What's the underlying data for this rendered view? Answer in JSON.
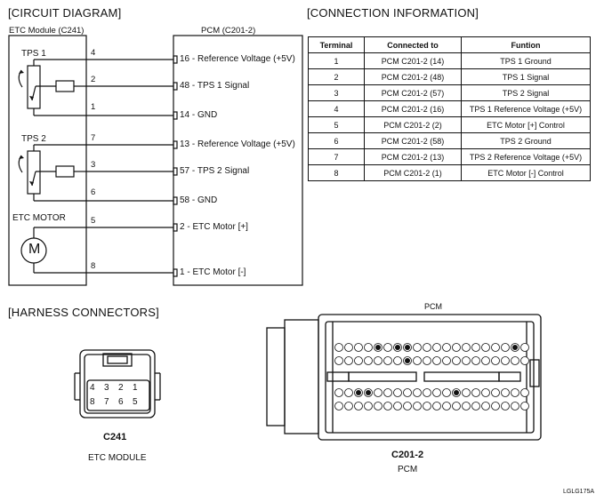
{
  "headers": {
    "circuit": "[CIRCUIT DIAGRAM]",
    "connection": "[CONNECTION INFORMATION]",
    "harness": "[HARNESS CONNECTORS]"
  },
  "circuit": {
    "etc_module": "ETC Module (C241)",
    "pcm": "PCM (C201-2)",
    "tps1": "TPS 1",
    "tps2": "TPS 2",
    "etc_motor": "ETC MOTOR",
    "motor_symbol": "M",
    "module_pins": [
      "4",
      "2",
      "1",
      "7",
      "3",
      "6",
      "5",
      "8"
    ],
    "pcm_signals": [
      "16 - Reference Voltage (+5V)",
      "48 - TPS 1 Signal",
      "14 - GND",
      "13 - Reference Voltage (+5V)",
      "57 - TPS 2 Signal",
      "58 - GND",
      "2 - ETC Motor [+]",
      "1 - ETC Motor [-]"
    ]
  },
  "connection_table": {
    "columns": [
      "Terminal",
      "Connected to",
      "Funtion"
    ],
    "rows": [
      [
        "1",
        "PCM C201-2  (14)",
        "TPS 1 Ground"
      ],
      [
        "2",
        "PCM C201-2  (48)",
        "TPS 1 Signal"
      ],
      [
        "3",
        "PCM C201-2  (57)",
        "TPS 2 Signal"
      ],
      [
        "4",
        "PCM C201-2  (16)",
        "TPS 1 Reference Voltage (+5V)"
      ],
      [
        "5",
        "PCM C201-2 (2)",
        "ETC Motor [+] Control"
      ],
      [
        "6",
        "PCM C201-2  (58)",
        "TPS 2 Ground"
      ],
      [
        "7",
        "PCM C201-2 (13)",
        "TPS 2 Reference Voltage (+5V)"
      ],
      [
        "8",
        "PCM C201-2 (1)",
        "ETC Motor [-] Control"
      ]
    ]
  },
  "connectors": {
    "c241": {
      "name": "C241",
      "caption": "ETC MODULE",
      "top_pins": [
        "4",
        "3",
        "2",
        "1"
      ],
      "bottom_pins": [
        "8",
        "7",
        "6",
        "5"
      ]
    },
    "c201": {
      "name": "C201-2",
      "caption": "PCM",
      "label_top": "PCM"
    }
  },
  "figure_code": "LGLG175A"
}
